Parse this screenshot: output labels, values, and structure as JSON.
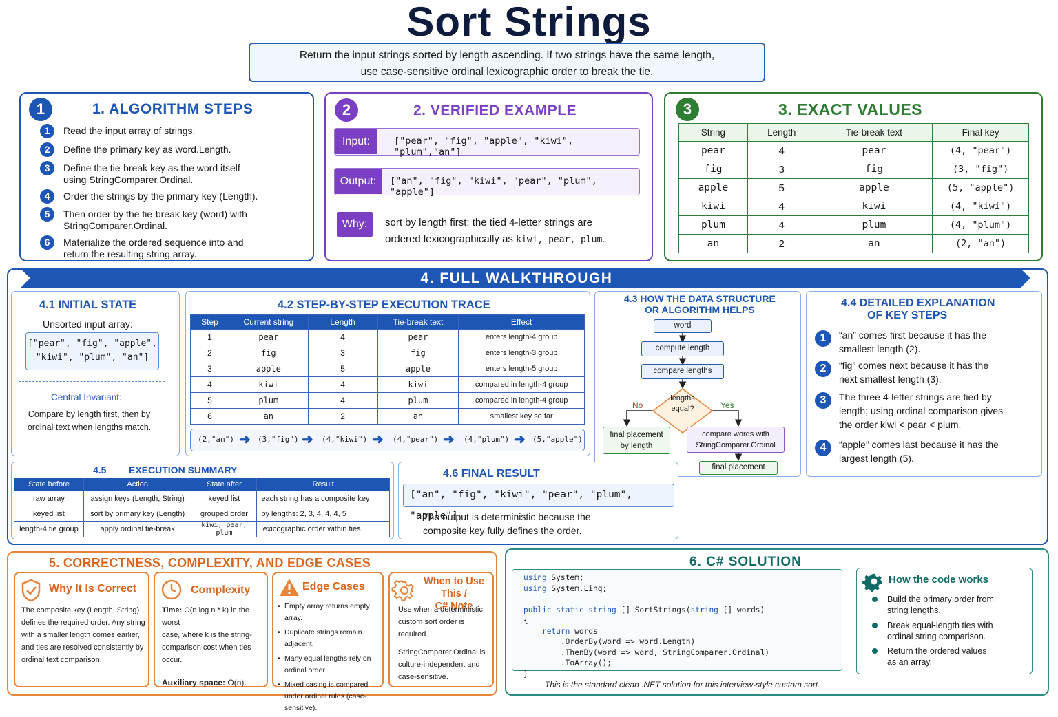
{
  "title": "Sort Strings",
  "subtitle": [
    "Return the input strings sorted by length ascending. If two strings have the same length,",
    "use case-sensitive ordinal lexicographic order to break the tie."
  ],
  "s1": {
    "num": "1",
    "title": "1. ALGORITHM STEPS",
    "steps": [
      {
        "n": "1",
        "lines": [
          "Read the input array of strings."
        ]
      },
      {
        "n": "2",
        "lines": [
          "Define the primary key as word.Length."
        ]
      },
      {
        "n": "3",
        "lines": [
          "Define the tie-break key as the word itself",
          "using StringComparer.Ordinal."
        ]
      },
      {
        "n": "4",
        "lines": [
          "Order the strings by the primary key (Length)."
        ]
      },
      {
        "n": "5",
        "lines": [
          "Then order by the tie-break key (word) with",
          "StringComparer.Ordinal."
        ]
      },
      {
        "n": "6",
        "lines": [
          "Materialize the ordered sequence into and",
          "return the resulting string array."
        ]
      }
    ]
  },
  "s2": {
    "num": "2",
    "title": "2. VERIFIED EXAMPLE",
    "input_label": "Input:",
    "input_value": "[\"pear\", \"fig\", \"apple\", \"kiwi\", \"plum\",\"an\"]",
    "output_label": "Output:",
    "output_value": "[\"an\", \"fig\", \"kiwi\", \"pear\", \"plum\", \"apple\"]",
    "why_label": "Why:",
    "why_line1": "sort by length first; the tied 4-letter strings are",
    "why_line2_prefix": "ordered lexicographically as ",
    "why_line2_code": "kiwi, pear, plum",
    "why_line2_suffix": "."
  },
  "s3": {
    "num": "3",
    "title": "3. EXACT VALUES",
    "headers": [
      "String",
      "Length",
      "Tie-break text",
      "Final key"
    ],
    "rows": [
      [
        "pear",
        "4",
        "pear",
        "(4, \"pear\")"
      ],
      [
        "fig",
        "3",
        "fig",
        "(3, \"fig\")"
      ],
      [
        "apple",
        "5",
        "apple",
        "(5, \"apple\")"
      ],
      [
        "kiwi",
        "4",
        "kiwi",
        "(4, \"kiwi\")"
      ],
      [
        "plum",
        "4",
        "plum",
        "(4, \"plum\")"
      ],
      [
        "an",
        "2",
        "an",
        "(2, \"an\")"
      ]
    ]
  },
  "s4": {
    "title": "4.  FULL WALKTHROUGH",
    "s41": {
      "title": "4.1 INITIAL STATE",
      "label": "Unsorted input array:",
      "array_line1": "[\"pear\", \"fig\", \"apple\",",
      "array_line2": "\"kiwi\", \"plum\", \"an\"]",
      "invariant_label": "Central Invariant:",
      "invariant_lines": [
        "Compare by length first, then by",
        "ordinal text when lengths match."
      ]
    },
    "s42": {
      "title": "4.2 STEP-BY-STEP EXECUTION TRACE",
      "headers": [
        "Step",
        "Current string",
        "Length",
        "Tie-break text",
        "Effect"
      ],
      "rows": [
        [
          "1",
          "pear",
          "4",
          "pear",
          "enters length-4 group"
        ],
        [
          "2",
          "fig",
          "3",
          "fig",
          "enters length-3 group"
        ],
        [
          "3",
          "apple",
          "5",
          "apple",
          "enters length-5 group"
        ],
        [
          "4",
          "kiwi",
          "4",
          "kiwi",
          "compared in length-4 group"
        ],
        [
          "5",
          "plum",
          "4",
          "plum",
          "compared in length-4 group"
        ],
        [
          "6",
          "an",
          "2",
          "an",
          "smallest key so far"
        ]
      ],
      "chain": [
        "(2,\"an\")",
        "(3,\"fig\")",
        "(4,\"kiwi\")",
        "(4,\"pear\")",
        "(4,\"plum\")",
        "(5,\"apple\")"
      ]
    },
    "s43": {
      "title_line1": "4.3  HOW THE DATA STRUCTURE",
      "title_line2": "OR ALGORITHM HELPS",
      "word": "word",
      "compute": "compute length",
      "compare": "compare lengths",
      "decision_line1": "lengths",
      "decision_line2": "equal?",
      "no": "No",
      "yes": "Yes",
      "final_len_line1": "final placement",
      "final_len_line2": "by length",
      "compare_words_line1": "compare words with",
      "compare_words_line2": "StringComparer.Ordinal",
      "final": "final placement"
    },
    "s44": {
      "title_line1": "4.4  DETAILED EXPLANATION",
      "title_line2": "OF KEY STEPS",
      "items": [
        {
          "n": "1",
          "lines": [
            "“an” comes first because it has the",
            "smallest length (2)."
          ]
        },
        {
          "n": "2",
          "lines": [
            "“fig” comes next because it has the",
            "next smallest length (3)."
          ]
        },
        {
          "n": "3",
          "lines": [
            "The three 4-letter strings are tied by",
            "length; using ordinal comparison gives",
            "the order kiwi < pear < plum."
          ]
        },
        {
          "n": "4",
          "lines": [
            "“apple” comes last because it has the",
            "largest length (5)."
          ]
        }
      ]
    },
    "s45": {
      "num": "4.5",
      "title": "EXECUTION SUMMARY",
      "headers": [
        "State before",
        "Action",
        "State after",
        "Result"
      ],
      "rows": [
        [
          "raw array",
          "assign keys (Length, String)",
          "keyed list",
          "each string has a composite key"
        ],
        [
          "keyed list",
          "sort by primary key (Length)",
          "grouped order",
          "by lengths: 2, 3, 4, 4, 4, 5"
        ],
        [
          "length-4 tie group",
          "apply ordinal tie-break",
          "kiwi, pear, plum",
          "lexicographic order within ties"
        ]
      ]
    },
    "s46": {
      "title": "4.6  FINAL RESULT",
      "value": "[\"an\", \"fig\", \"kiwi\", \"pear\", \"plum\", \"apple\"]",
      "lines": [
        "The output is deterministic because the",
        "composite key fully defines the order."
      ]
    }
  },
  "s5": {
    "title": "5. CORRECTNESS, COMPLEXITY, AND EDGE CASES",
    "correct": {
      "title": "Why It Is Correct",
      "lines": [
        "The composite key (Length, String)",
        "defines the required order. Any string",
        "with a smaller length comes earlier,",
        "and ties are resolved consistently by",
        "ordinal text comparison."
      ]
    },
    "complexity": {
      "title": "Complexity",
      "time_label": "Time:",
      "time_value": "O(n log n * k)",
      "time_rest": " in the worst",
      "lines": [
        "case, where k is the string-",
        "comparison cost when ties occur."
      ],
      "aux_label": "Auxiliary space:",
      "aux_value": " O(n)."
    },
    "edge": {
      "title": "Edge Cases",
      "items": [
        [
          "Empty array returns empty array."
        ],
        [
          "Duplicate strings remain adjacent."
        ],
        [
          "Many equal lengths rely on",
          "ordinal order."
        ],
        [
          "Mixed casing is compared",
          "under ordinal rules (case-sensitive)."
        ]
      ]
    },
    "note": {
      "title_line1": "When to Use This /",
      "title_line2": "C# Note",
      "lines1": [
        "Use when a deterministic",
        "custom sort order is required."
      ],
      "lines2": [
        "StringComparer.Ordinal is",
        "culture-independent and",
        "case-sensitive."
      ]
    }
  },
  "s6": {
    "title": "6.  C# SOLUTION",
    "code": [
      [
        [
          "kw",
          "using"
        ],
        [
          "",
          "System;"
        ]
      ],
      [
        [
          "kw",
          "using"
        ],
        [
          "",
          "System.Linq;"
        ]
      ],
      [],
      [
        [
          "kw",
          "public static string"
        ],
        [
          "",
          "[] SortStrings("
        ],
        [
          "kw",
          "string"
        ],
        [
          "",
          "[] words)"
        ]
      ],
      [
        [
          "",
          "{"
        ]
      ],
      [
        [
          "",
          "    "
        ],
        [
          "kw",
          "return"
        ],
        [
          "",
          "words"
        ]
      ],
      [
        [
          "",
          "        .OrderBy(word => word.Length)"
        ]
      ],
      [
        [
          "",
          "        .ThenBy(word => word, StringComparer.Ordinal)"
        ]
      ],
      [
        [
          "",
          "        .ToArray();"
        ]
      ],
      [
        [
          "",
          "}"
        ]
      ]
    ],
    "how_title": "How the code works",
    "how_items": [
      [
        "Build the primary order from",
        "string lengths."
      ],
      [
        "Break equal-length ties with",
        "ordinal string comparison."
      ],
      [
        "Return the ordered values",
        "as an array."
      ]
    ],
    "footer": "This is the standard clean .NET solution for this interview-style custom sort."
  },
  "colors": {
    "blue": "#1e56b5",
    "purple": "#7b3fc4",
    "green": "#2e7d32",
    "orange": "#e8843a",
    "navy": "#0f1b3d"
  }
}
